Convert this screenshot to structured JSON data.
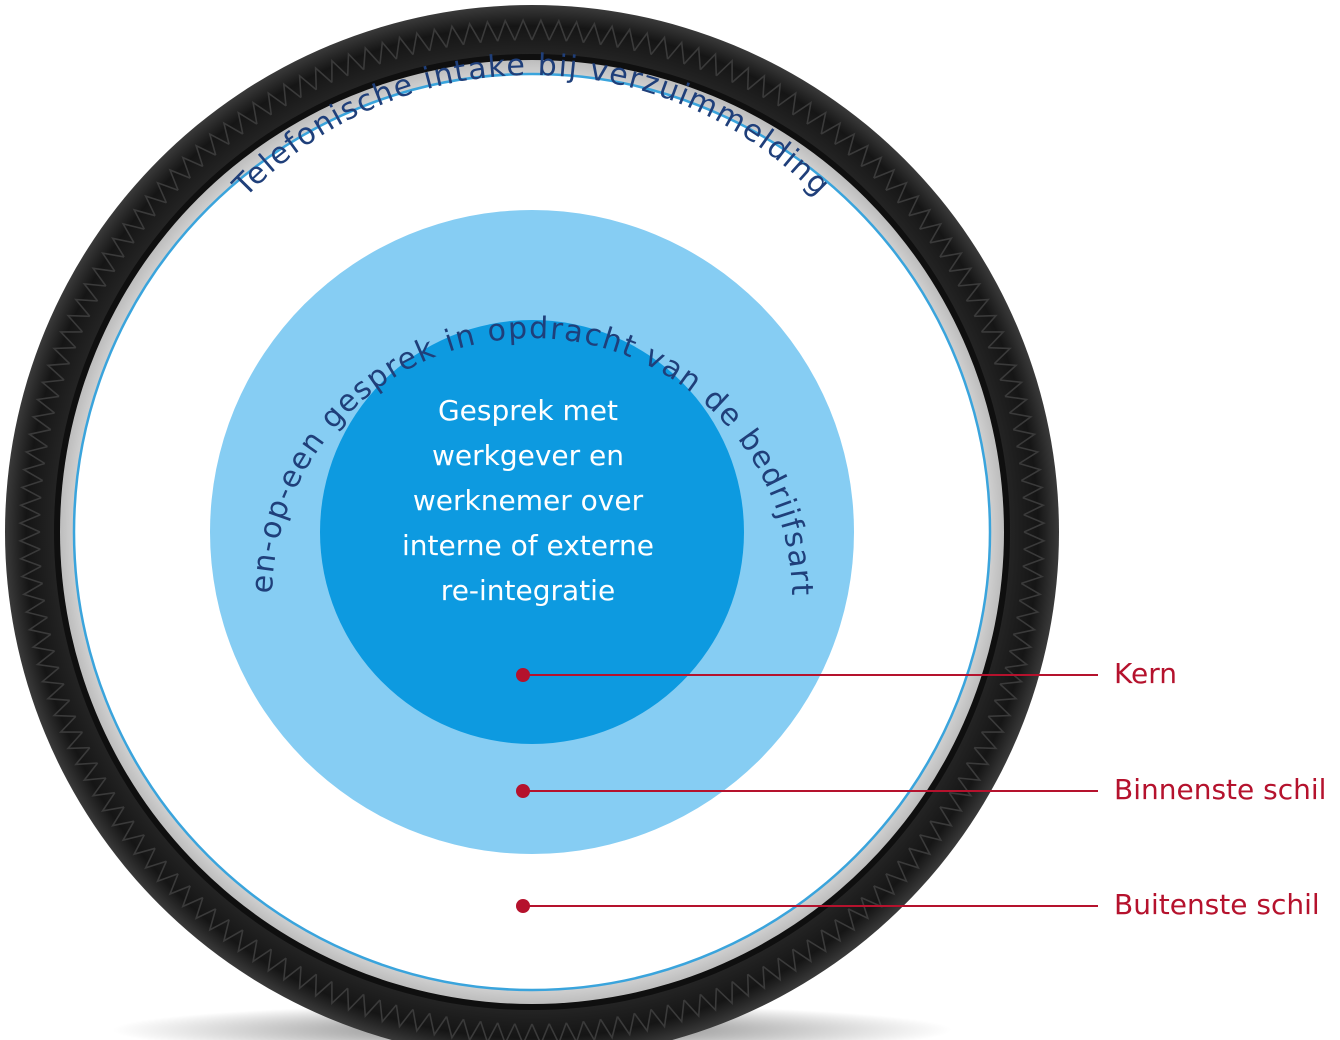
{
  "colors": {
    "tire": "#1e1e1e",
    "tire_tread": "#3a3a3a",
    "sidewall": "#d9d9d9",
    "outer_ring_line": "#3aa4dc",
    "outer_text": "#1f3f7a",
    "middle_fill": "#86cdf3",
    "core_fill": "#0d9ae0",
    "core_text": "#ffffff",
    "middle_text": "#1f3f7a",
    "legend": "#b5122d"
  },
  "rings": {
    "outer": {
      "label": "Telefonische intake bij verzuimmelding"
    },
    "middle": {
      "label": "Een-op-een gesprek in opdracht van de bedrijfsarts"
    },
    "core": {
      "lines": [
        "Gesprek met",
        "werkgever en",
        "werknemer over",
        "interne of externe",
        "re-integratie"
      ]
    }
  },
  "legend": [
    {
      "id": "kern",
      "label": "Kern"
    },
    {
      "id": "binnenste",
      "label": "Binnenste schil"
    },
    {
      "id": "buitenste",
      "label": "Buitenste schil"
    }
  ]
}
